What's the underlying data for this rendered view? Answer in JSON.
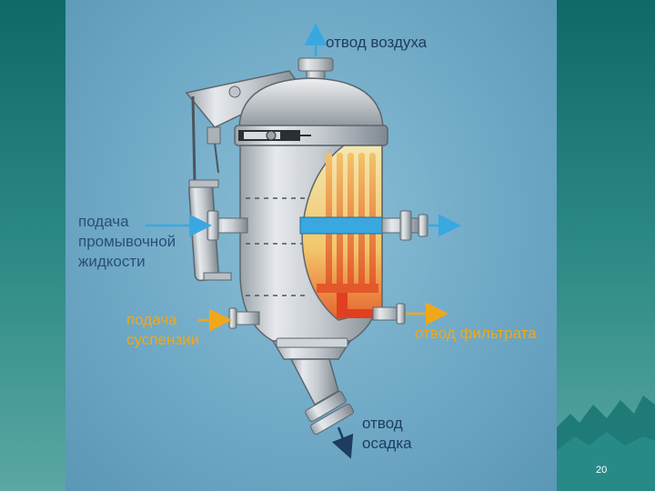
{
  "labels": {
    "air_outlet": "отвод воздуха",
    "wash_liquid_inlet": "подача\nпромывочной\nжидкости",
    "suspension_inlet": "подача\nсуспензии",
    "filtrate_outlet": "отвод фильтрата",
    "sediment_outlet": "отвод\nосадка"
  },
  "page_number": "20",
  "colors": {
    "wash_liquid": "#3aa8e0",
    "suspension": "#f0a81a",
    "filter_elements": "#e8a040",
    "sediment_arrow": "#1e3c60"
  }
}
